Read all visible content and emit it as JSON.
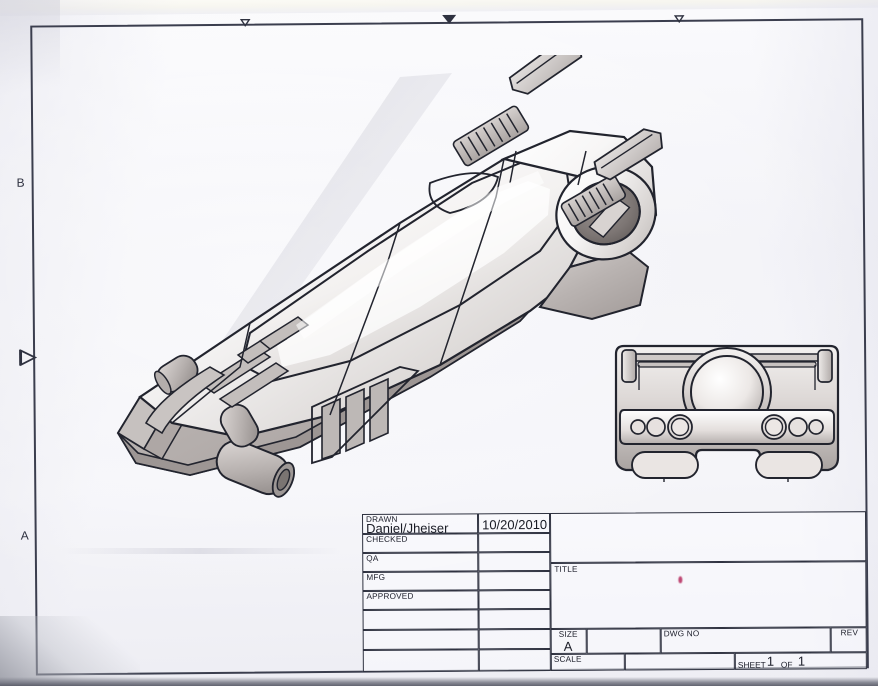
{
  "sheet": {
    "kind": "scanned-engineering-drawing",
    "paper_color": "#f4f4f8",
    "frame_color": "#3b3e4e",
    "ink_color": "#20222e"
  },
  "margin": {
    "zone_letters": [
      {
        "label": "B",
        "side": "left"
      },
      {
        "label": "A",
        "side": "left"
      }
    ],
    "markers": [
      {
        "name": "datum-triangle-left",
        "side": "left"
      },
      {
        "name": "tick-left",
        "side": "top"
      },
      {
        "name": "center-triangle-top",
        "side": "top"
      },
      {
        "name": "tick-right",
        "side": "top"
      }
    ]
  },
  "views": {
    "isometric": {
      "name": "isometric-model-view",
      "description": "Shaded isometric CAD render of an elongated tapered shell body with ribbed grip panels, fin tabs, cylindrical bosses and a circular rear bore",
      "shading": "grey-white gradient with drop shadow"
    },
    "front": {
      "name": "front-elevation-view",
      "description": "Symmetric front elevation showing a large central circular bore, six small circular holes and two rounded rectangular cutouts"
    }
  },
  "title_block": {
    "rows": [
      {
        "label": "DRAWN",
        "name": "Daniel/Jheiser",
        "date": "10/20/2010"
      },
      {
        "label": "CHECKED",
        "name": "",
        "date": ""
      },
      {
        "label": "QA",
        "name": "",
        "date": ""
      },
      {
        "label": "MFG",
        "name": "",
        "date": ""
      },
      {
        "label": "APPROVED",
        "name": "",
        "date": ""
      },
      {
        "label": "",
        "name": "",
        "date": ""
      },
      {
        "label": "",
        "name": "",
        "date": ""
      },
      {
        "label": "",
        "name": "",
        "date": ""
      }
    ],
    "title": {
      "label": "TITLE",
      "value": ""
    },
    "size": {
      "label": "SIZE",
      "value": "A"
    },
    "size_extra": {
      "value": ""
    },
    "dwg_no": {
      "label": "DWG NO",
      "value": ""
    },
    "rev": {
      "label": "REV",
      "value": ""
    },
    "scale": {
      "label": "SCALE",
      "value": ""
    },
    "scale_extra": {
      "value": ""
    },
    "sheet": {
      "label_1": "SHEET",
      "number": "1",
      "label_2": "OF",
      "total": "1"
    }
  }
}
